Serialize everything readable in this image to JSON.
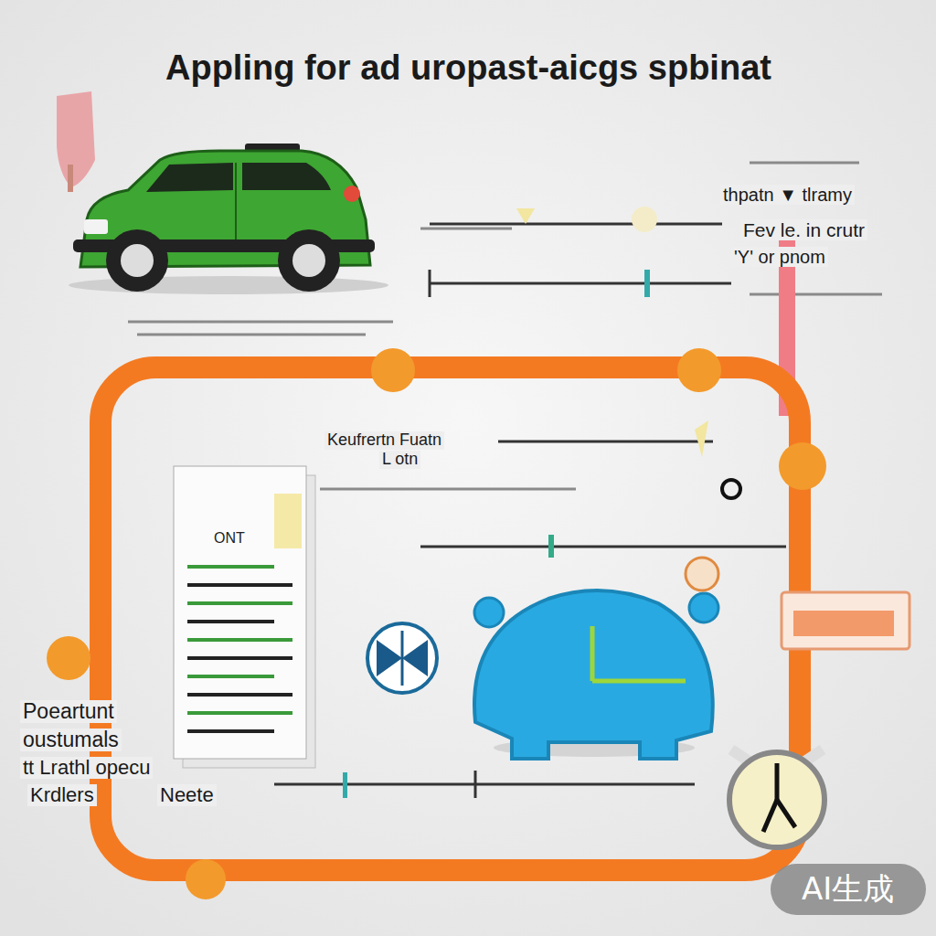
{
  "diagram": {
    "title": "Appling for ad uropast-aicgs spbinat",
    "nodes": [
      {
        "text": [
          "ONT"
        ]
      }
    ],
    "labels": [
      "thpatn ▼ tlramy",
      "Fev le. in crutr",
      "'Y' or pnom",
      "Keufrertn Fuatn",
      "L otn",
      "Poeartunt",
      "oustumals",
      "tt Lrathl opecu",
      "Krdlers",
      "Neete",
      "AI生成"
    ]
  }
}
